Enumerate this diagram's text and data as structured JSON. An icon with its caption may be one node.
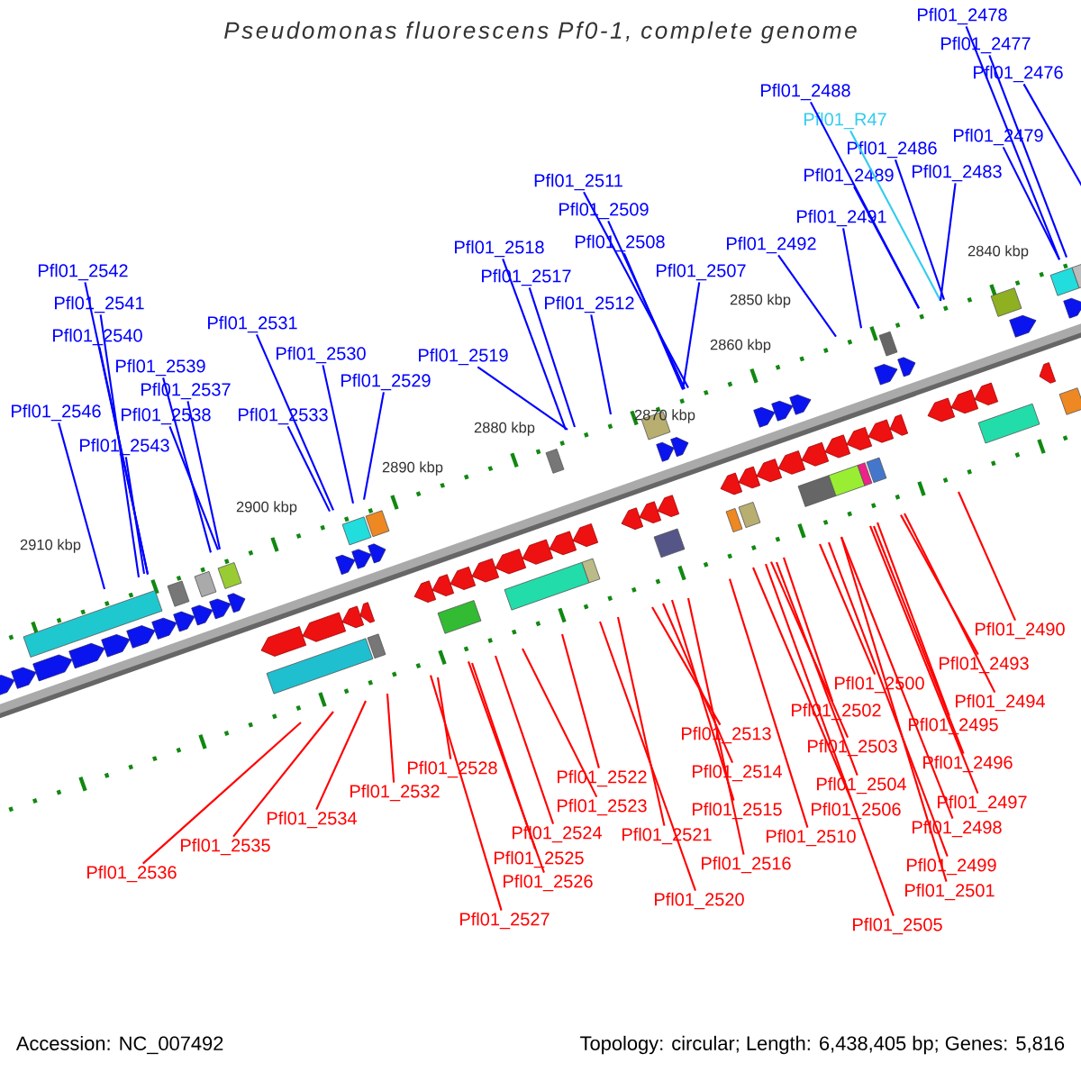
{
  "diagram": {
    "title": "Pseudomonas fluorescens Pf0-1, complete genome",
    "nodes": [
      {
        "text": [
          "Pfl01_2478"
        ]
      },
      {
        "text": [
          "Pfl01_2477"
        ]
      },
      {
        "text": [
          "Pfl01_2476"
        ]
      },
      {
        "text": [
          "Pfl01_2488"
        ]
      },
      {
        "text": [
          "Pfl01_R47"
        ]
      },
      {
        "text": [
          "Pfl01_2479"
        ]
      },
      {
        "text": [
          "Pfl01_2486"
        ]
      },
      {
        "text": [
          "Pfl01_2483"
        ]
      },
      {
        "text": [
          "Pfl01_2489"
        ]
      },
      {
        "text": [
          "Pfl01_2511"
        ]
      },
      {
        "text": [
          "Pfl01_2509"
        ]
      },
      {
        "text": [
          "Pfl01_2491"
        ]
      },
      {
        "text": [
          "Pfl01_2508"
        ]
      },
      {
        "text": [
          "Pfl01_2492"
        ]
      },
      {
        "text": [
          "Pfl01_2518"
        ]
      },
      {
        "text": [
          "Pfl01_2542"
        ]
      },
      {
        "text": [
          "Pfl01_2507"
        ]
      },
      {
        "text": [
          "Pfl01_2517"
        ]
      },
      {
        "text": [
          "Pfl01_2541"
        ]
      },
      {
        "text": [
          "Pfl01_2512"
        ]
      },
      {
        "text": [
          "Pfl01_2531"
        ]
      },
      {
        "text": [
          "Pfl01_2540"
        ]
      },
      {
        "text": [
          "Pfl01_2530"
        ]
      },
      {
        "text": [
          "Pfl01_2519"
        ]
      },
      {
        "text": [
          "Pfl01_2539"
        ]
      },
      {
        "text": [
          "Pfl01_2529"
        ]
      },
      {
        "text": [
          "Pfl01_2537"
        ]
      },
      {
        "text": [
          "Pfl01_2546"
        ]
      },
      {
        "text": [
          "Pfl01_2538"
        ]
      },
      {
        "text": [
          "Pfl01_2533"
        ]
      },
      {
        "text": [
          "Pfl01_2543"
        ]
      },
      {
        "text": [
          "Pfl01_2490"
        ]
      },
      {
        "text": [
          "Pfl01_2493"
        ]
      },
      {
        "text": [
          "Pfl01_2500"
        ]
      },
      {
        "text": [
          "Pfl01_2494"
        ]
      },
      {
        "text": [
          "Pfl01_2502"
        ]
      },
      {
        "text": [
          "Pfl01_2495"
        ]
      },
      {
        "text": [
          "Pfl01_2513"
        ]
      },
      {
        "text": [
          "Pfl01_2503"
        ]
      },
      {
        "text": [
          "Pfl01_2496"
        ]
      },
      {
        "text": [
          "Pfl01_2528"
        ]
      },
      {
        "text": [
          "Pfl01_2514"
        ]
      },
      {
        "text": [
          "Pfl01_2522"
        ]
      },
      {
        "text": [
          "Pfl01_2504"
        ]
      },
      {
        "text": [
          "Pfl01_2532"
        ]
      },
      {
        "text": [
          "Pfl01_2497"
        ]
      },
      {
        "text": [
          "Pfl01_2523"
        ]
      },
      {
        "text": [
          "Pfl01_2506"
        ]
      },
      {
        "text": [
          "Pfl01_2515"
        ]
      },
      {
        "text": [
          "Pfl01_2534"
        ]
      },
      {
        "text": [
          "Pfl01_2498"
        ]
      },
      {
        "text": [
          "Pfl01_2524"
        ]
      },
      {
        "text": [
          "Pfl01_2521"
        ]
      },
      {
        "text": [
          "Pfl01_2510"
        ]
      },
      {
        "text": [
          "Pfl01_2535"
        ]
      },
      {
        "text": [
          "Pfl01_2525"
        ]
      },
      {
        "text": [
          "Pfl01_2516"
        ]
      },
      {
        "text": [
          "Pfl01_2499"
        ]
      },
      {
        "text": [
          "Pfl01_2536"
        ]
      },
      {
        "text": [
          "Pfl01_2526"
        ]
      },
      {
        "text": [
          "Pfl01_2501"
        ]
      },
      {
        "text": [
          "Pfl01_2520"
        ]
      },
      {
        "text": [
          "Pfl01_2527"
        ]
      },
      {
        "text": [
          "Pfl01_2505"
        ]
      }
    ],
    "edges": [
      {
        "from": 0,
        "to": null,
        "arrow": "none",
        "color": "#0000ff"
      },
      {
        "from": 1,
        "to": null,
        "arrow": "none",
        "color": "#0000ff"
      },
      {
        "from": 2,
        "to": null,
        "arrow": "none",
        "color": "#0000ff"
      },
      {
        "from": 3,
        "to": null,
        "arrow": "none",
        "color": "#0000ff"
      },
      {
        "from": 4,
        "to": null,
        "arrow": "none",
        "color": "#33ccee"
      },
      {
        "from": 5,
        "to": null,
        "arrow": "none",
        "color": "#0000ff"
      },
      {
        "from": 6,
        "to": null,
        "arrow": "none",
        "color": "#0000ff"
      },
      {
        "from": 7,
        "to": null,
        "arrow": "none",
        "color": "#0000ff"
      },
      {
        "from": 8,
        "to": null,
        "arrow": "none",
        "color": "#0000ff"
      },
      {
        "from": 9,
        "to": null,
        "arrow": "none",
        "color": "#0000ff"
      },
      {
        "from": 10,
        "to": null,
        "arrow": "none",
        "color": "#0000ff"
      },
      {
        "from": 11,
        "to": null,
        "arrow": "none",
        "color": "#0000ff"
      },
      {
        "from": 12,
        "to": null,
        "arrow": "none",
        "color": "#0000ff"
      },
      {
        "from": 13,
        "to": null,
        "arrow": "none",
        "color": "#0000ff"
      },
      {
        "from": 14,
        "to": null,
        "arrow": "none",
        "color": "#0000ff"
      },
      {
        "from": 15,
        "to": null,
        "arrow": "none",
        "color": "#0000ff"
      },
      {
        "from": 16,
        "to": null,
        "arrow": "none",
        "color": "#0000ff"
      },
      {
        "from": 17,
        "to": null,
        "arrow": "none",
        "color": "#0000ff"
      },
      {
        "from": 18,
        "to": null,
        "arrow": "none",
        "color": "#0000ff"
      },
      {
        "from": 19,
        "to": null,
        "arrow": "none",
        "color": "#0000ff"
      },
      {
        "from": 20,
        "to": null,
        "arrow": "none",
        "color": "#0000ff"
      },
      {
        "from": 21,
        "to": null,
        "arrow": "none",
        "color": "#0000ff"
      },
      {
        "from": 22,
        "to": null,
        "arrow": "none",
        "color": "#0000ff"
      },
      {
        "from": 23,
        "to": null,
        "arrow": "none",
        "color": "#0000ff"
      },
      {
        "from": 24,
        "to": null,
        "arrow": "none",
        "color": "#0000ff"
      },
      {
        "from": 25,
        "to": null,
        "arrow": "none",
        "color": "#0000ff"
      },
      {
        "from": 26,
        "to": null,
        "arrow": "none",
        "color": "#0000ff"
      },
      {
        "from": 27,
        "to": null,
        "arrow": "none",
        "color": "#0000ff"
      },
      {
        "from": 28,
        "to": null,
        "arrow": "none",
        "color": "#0000ff"
      },
      {
        "from": 29,
        "to": null,
        "arrow": "none",
        "color": "#0000ff"
      },
      {
        "from": 30,
        "to": null,
        "arrow": "none",
        "color": "#0000ff"
      },
      {
        "from": 31,
        "to": null,
        "arrow": "none"
      },
      {
        "from": 32,
        "to": null,
        "arrow": "none"
      },
      {
        "from": 33,
        "to": null,
        "arrow": "none"
      },
      {
        "from": 34,
        "to": null,
        "arrow": "none"
      },
      {
        "from": 35,
        "to": null,
        "arrow": "none"
      },
      {
        "from": 36,
        "to": null,
        "arrow": "none"
      },
      {
        "from": 37,
        "to": null,
        "arrow": "none"
      },
      {
        "from": 38,
        "to": null,
        "arrow": "none"
      },
      {
        "from": 39,
        "to": null,
        "arrow": "none"
      },
      {
        "from": 40,
        "to": null,
        "arrow": "none"
      },
      {
        "from": 41,
        "to": null,
        "arrow": "none"
      },
      {
        "from": 42,
        "to": null,
        "arrow": "none"
      },
      {
        "from": 43,
        "to": null,
        "arrow": "none"
      },
      {
        "from": 44,
        "to": null,
        "arrow": "none"
      },
      {
        "from": 45,
        "to": null,
        "arrow": "none"
      },
      {
        "from": 46,
        "to": null,
        "arrow": "none"
      },
      {
        "from": 47,
        "to": null,
        "arrow": "none"
      },
      {
        "from": 48,
        "to": null,
        "arrow": "none"
      },
      {
        "from": 49,
        "to": null,
        "arrow": "none"
      },
      {
        "from": 50,
        "to": null,
        "arrow": "none"
      },
      {
        "from": 51,
        "to": null,
        "arrow": "none"
      },
      {
        "from": 52,
        "to": null,
        "arrow": "none"
      },
      {
        "from": 53,
        "to": null,
        "arrow": "none"
      },
      {
        "from": 54,
        "to": null,
        "arrow": "none"
      },
      {
        "from": 55,
        "to": null,
        "arrow": "none"
      },
      {
        "from": 56,
        "to": null,
        "arrow": "none"
      },
      {
        "from": 57,
        "to": null,
        "arrow": "none"
      },
      {
        "from": 58,
        "to": null,
        "arrow": "none"
      },
      {
        "from": 59,
        "to": null,
        "arrow": "none"
      },
      {
        "from": 60,
        "to": null,
        "arrow": "none"
      },
      {
        "from": 61,
        "to": null,
        "arrow": "none"
      },
      {
        "from": 62,
        "to": null,
        "arrow": "none"
      },
      {
        "from": 63,
        "to": null,
        "arrow": "none"
      }
    ],
    "labels": [
      "2840 kbp",
      "2850 kbp",
      "2860 kbp",
      "2870 kbp",
      "2880 kbp",
      "2890 kbp",
      "2900 kbp",
      "2910 kbp",
      "Accession: NC_007492",
      "Topology: circular; Length: 6,438,405 bp; Genes: 5,816"
    ]
  }
}
